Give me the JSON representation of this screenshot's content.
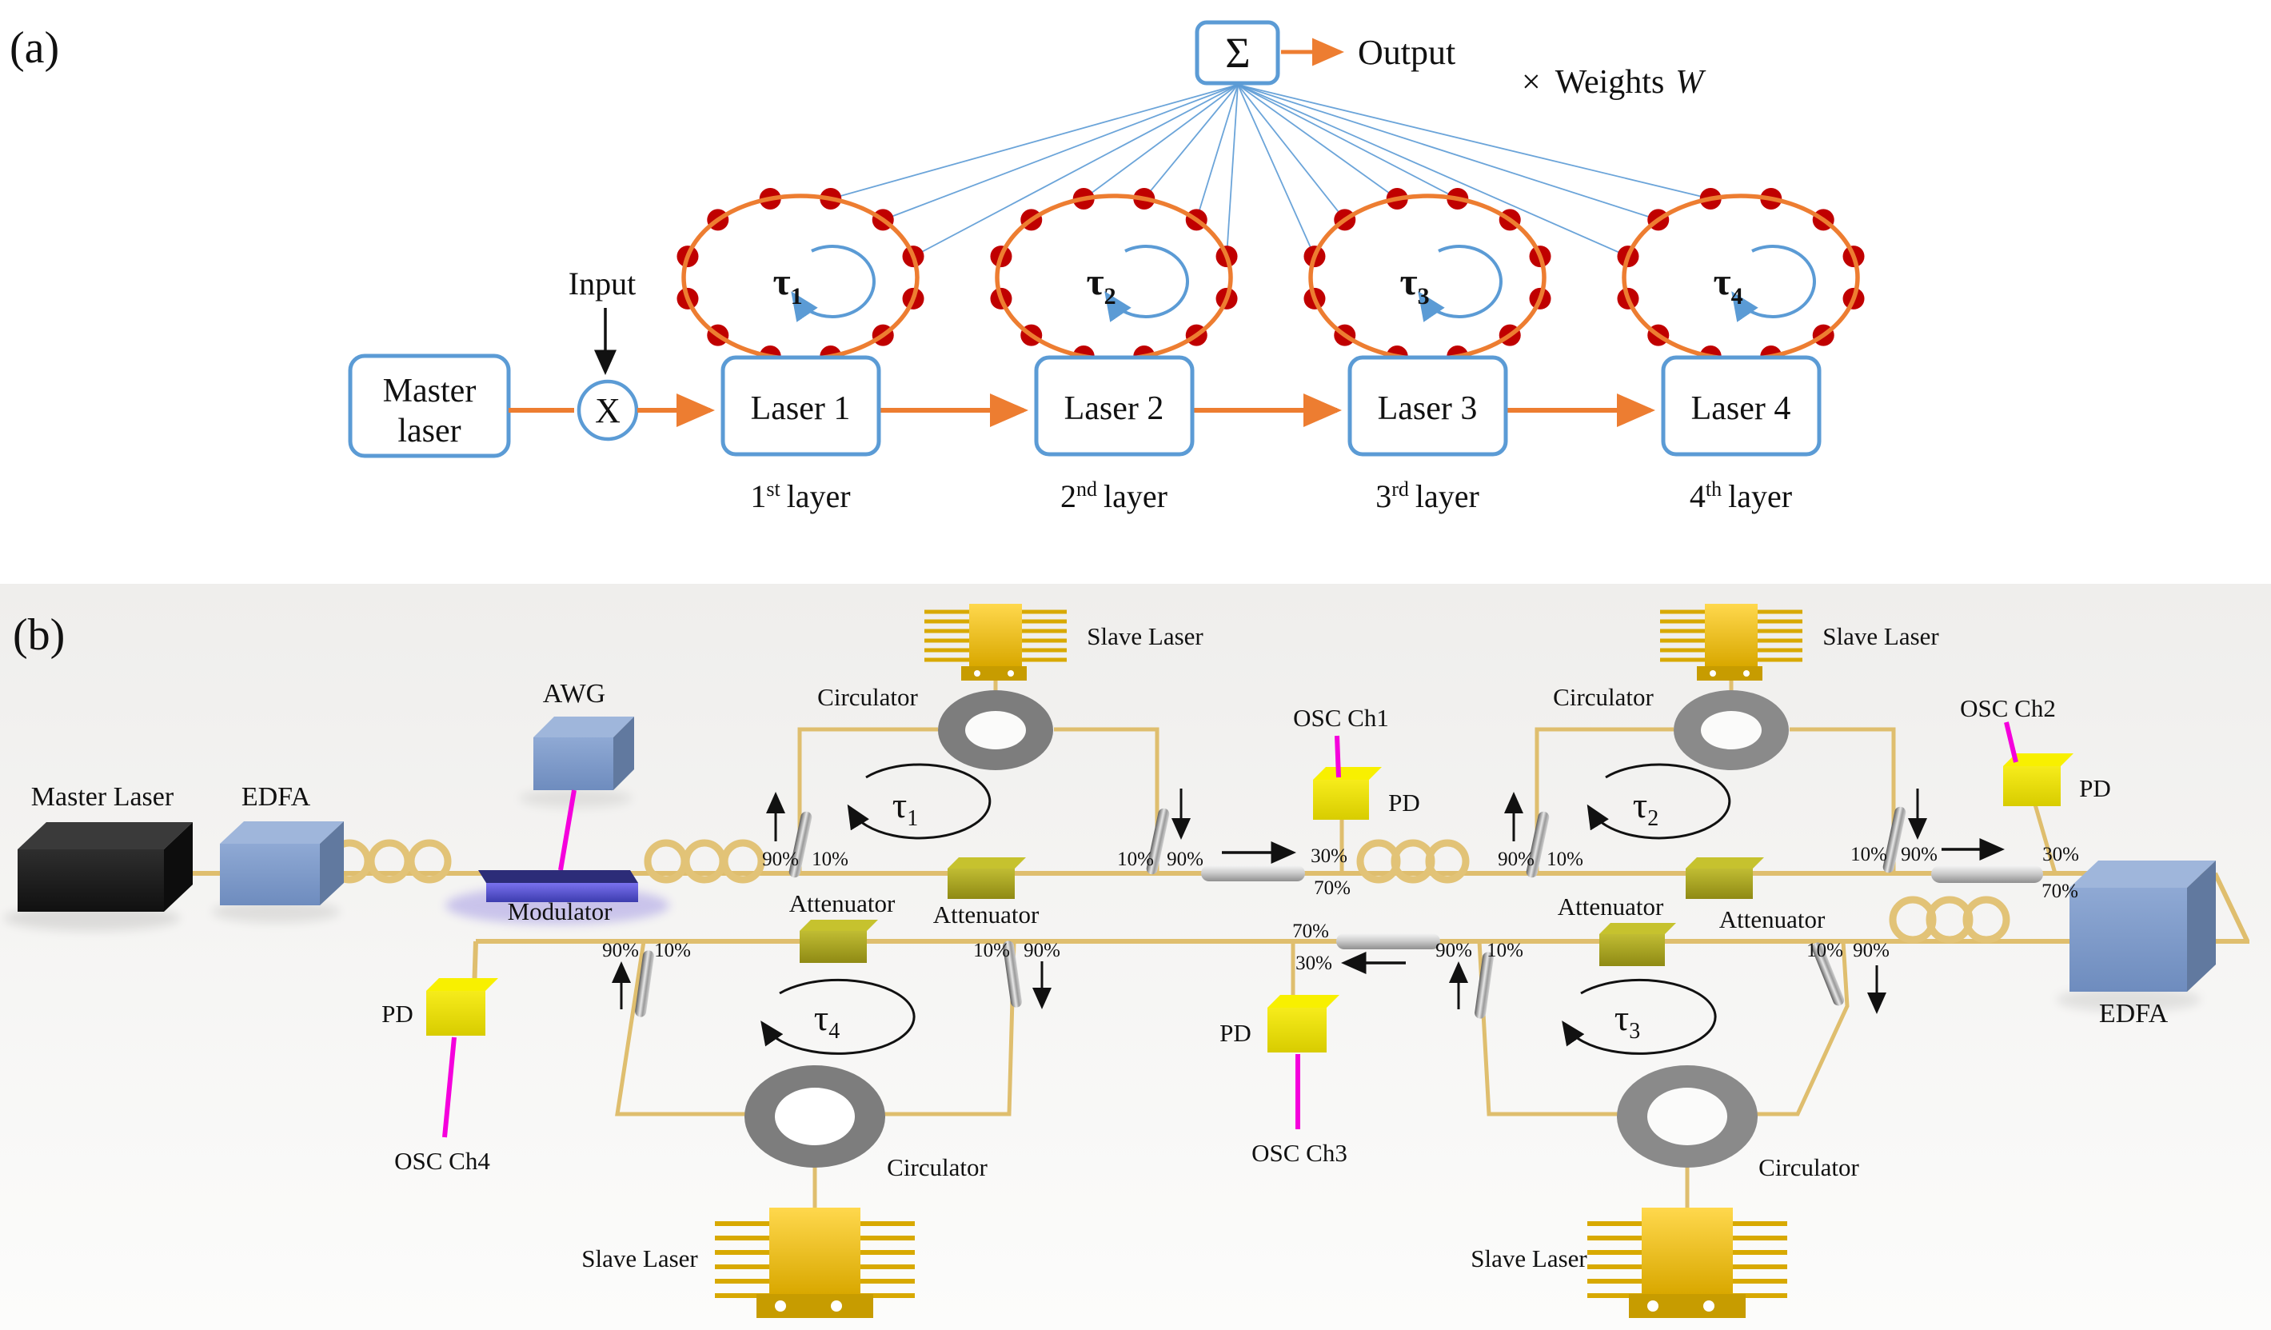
{
  "panel_a": {
    "tag": "(a)",
    "master_laser_line1": "Master",
    "master_laser_line2": "laser",
    "input_label": "Input",
    "multiply_symbol": "X",
    "sum_symbol": "Σ",
    "output_label": "Output",
    "weights_times": "×",
    "weights_text": "Weights",
    "weights_var": "W",
    "lasers": [
      {
        "label": "Laser 1",
        "tau": "τ",
        "tau_sub": "1",
        "layer_num": "1",
        "layer_suffix": "st",
        "layer_word": "layer"
      },
      {
        "label": "Laser 2",
        "tau": "τ",
        "tau_sub": "2",
        "layer_num": "2",
        "layer_suffix": "nd",
        "layer_word": "layer"
      },
      {
        "label": "Laser 3",
        "tau": "τ",
        "tau_sub": "3",
        "layer_num": "3",
        "layer_suffix": "rd",
        "layer_word": "layer"
      },
      {
        "label": "Laser 4",
        "tau": "τ",
        "tau_sub": "4",
        "layer_num": "4",
        "layer_suffix": "th",
        "layer_word": "layer"
      }
    ]
  },
  "panel_b": {
    "tag": "(b)",
    "master_laser": "Master Laser",
    "edfa": "EDFA",
    "awg": "AWG",
    "modulator": "Modulator",
    "slave_laser": "Slave Laser",
    "circulator": "Circulator",
    "attenuator": "Attenuator",
    "pd": "PD",
    "osc": [
      "OSC Ch1",
      "OSC Ch2",
      "OSC Ch3",
      "OSC Ch4"
    ],
    "taus": [
      {
        "sym": "τ",
        "sub": "1"
      },
      {
        "sym": "τ",
        "sub": "2"
      },
      {
        "sym": "τ",
        "sub": "3"
      },
      {
        "sym": "τ",
        "sub": "4"
      }
    ],
    "pct": {
      "p90": "90%",
      "p10": "10%",
      "p30": "30%",
      "p70": "70%"
    }
  },
  "colors": {
    "accent_blue": "#5B9BD5",
    "orange": "#ED7D31",
    "dot_red": "#C00000",
    "fiber": "#DFBE6E",
    "magenta": "#F500DC",
    "pd_yellow": "#EFE300",
    "olive": "#ACA61F",
    "box_blue": "#7B9CCB",
    "circulator_gray": "#7D7D7D"
  }
}
